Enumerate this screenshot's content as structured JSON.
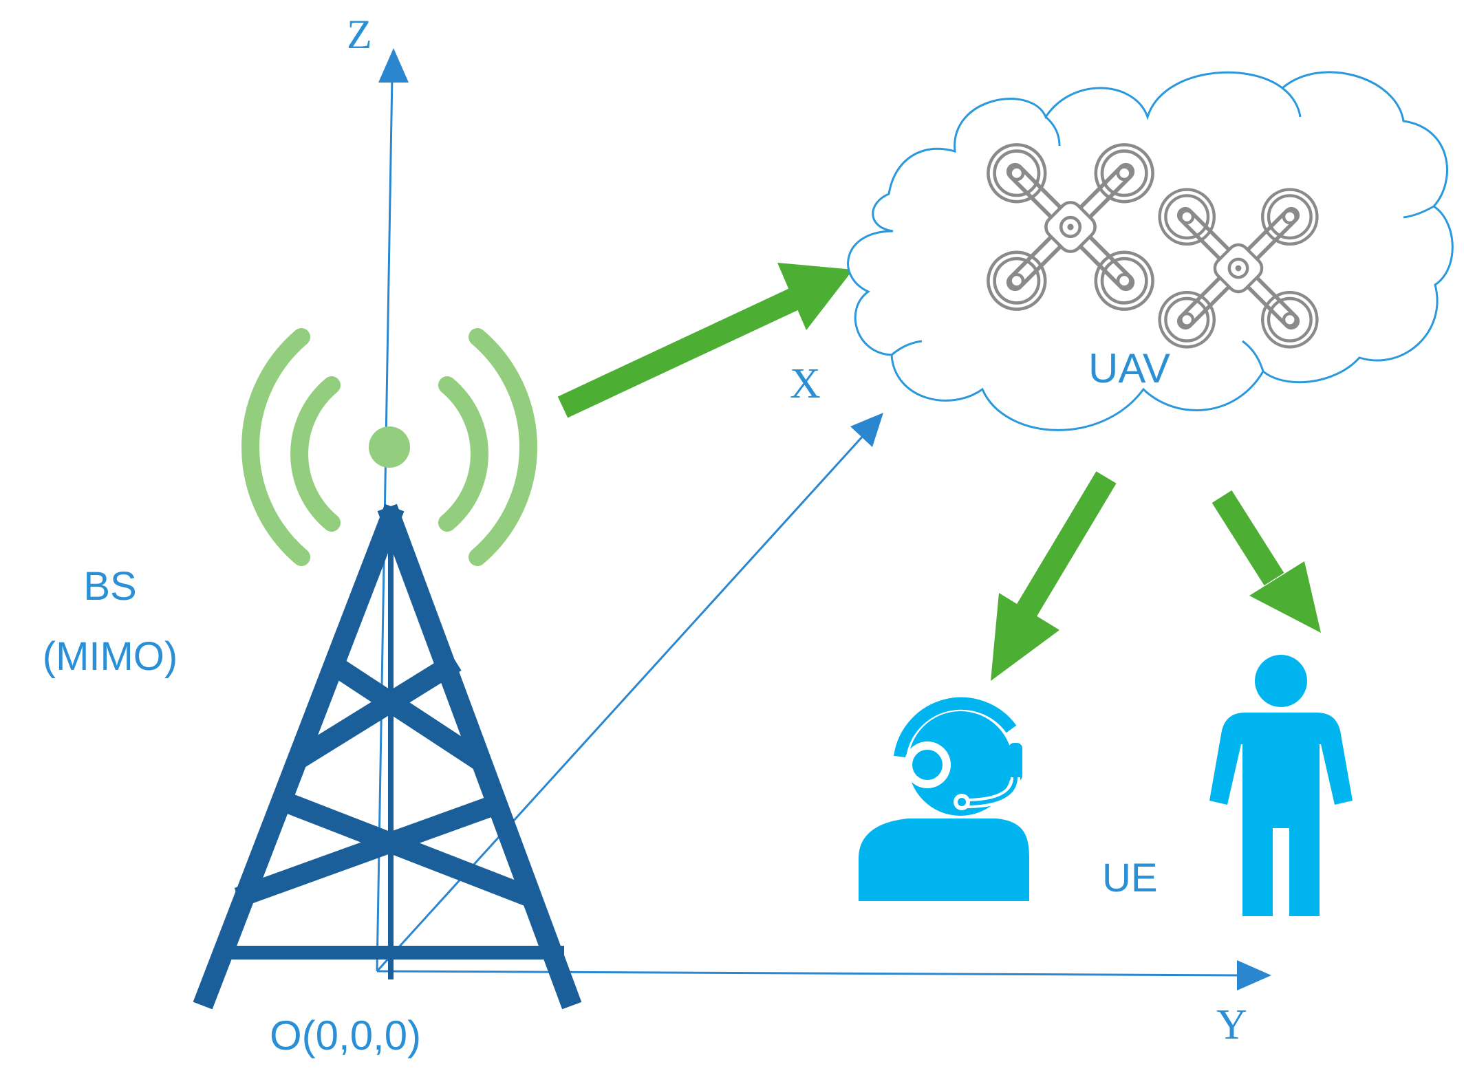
{
  "axes": {
    "z_label": "Z",
    "x_label": "X",
    "y_label": "Y",
    "origin_label": "O(0,0,0)"
  },
  "base_station": {
    "label_line1": "BS",
    "label_line2": "(MIMO)"
  },
  "uav": {
    "label": "UAV"
  },
  "ue": {
    "label": "UE"
  },
  "icons": [
    "tower-icon",
    "antenna-signal-icon",
    "cloud-icon",
    "drone-icon",
    "drone-icon",
    "headset-operator-icon",
    "person-icon"
  ],
  "colors": {
    "axis": "#2b86d0",
    "label": "#2b8fd6",
    "tower": "#1a5f9a",
    "signal": "#93ce7e",
    "arrow_green": "#4cae32",
    "cloud_stroke": "#2a98dc",
    "drone": "#8a8a8a",
    "user": "#00b4f0"
  }
}
